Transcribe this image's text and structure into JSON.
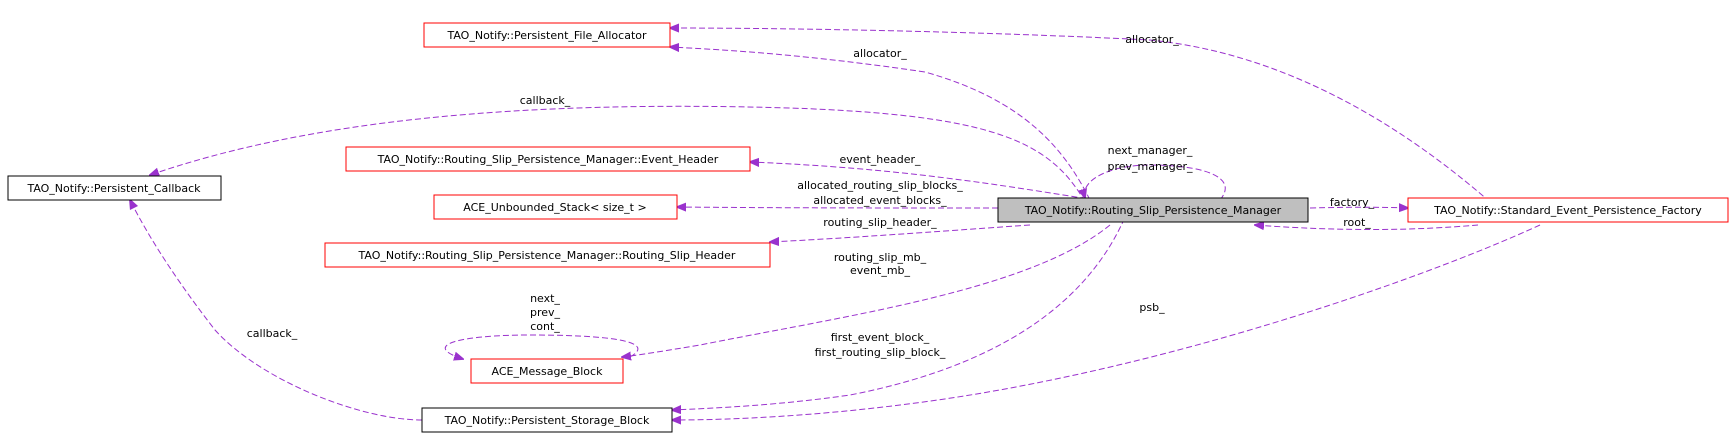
{
  "colors": {
    "edge": "#9a32cd",
    "node_border_red": "#ff0000",
    "node_border_black": "#000000",
    "focus_fill": "#bfbfbf"
  },
  "nodes": {
    "file_allocator": "TAO_Notify::Persistent_File_Allocator",
    "persistent_callback": "TAO_Notify::Persistent_Callback",
    "event_header": "TAO_Notify::Routing_Slip_Persistence_Manager::Event_Header",
    "unbounded_stack": "ACE_Unbounded_Stack< size_t >",
    "routing_slip_header": "TAO_Notify::Routing_Slip_Persistence_Manager::Routing_Slip_Header",
    "message_block": "ACE_Message_Block",
    "storage_block": "TAO_Notify::Persistent_Storage_Block",
    "persistence_manager": "TAO_Notify::Routing_Slip_Persistence_Manager",
    "factory": "TAO_Notify::Standard_Event_Persistence_Factory"
  },
  "edge_labels": {
    "allocator_top": "allocator_",
    "allocator_mid": "allocator_",
    "callback_top": "callback_",
    "next_manager": "next_manager_",
    "prev_manager": "prev_manager_",
    "event_header": "event_header_",
    "allocated_routing_slip_blocks": "allocated_routing_slip_blocks_",
    "allocated_event_blocks": "allocated_event_blocks_",
    "factory": "factory_",
    "root": "root_",
    "routing_slip_header": "routing_slip_header_",
    "routing_slip_mb": "routing_slip_mb_",
    "event_mb": "event_mb_",
    "psb": "psb_",
    "next": "next_",
    "prev": "prev_",
    "cont": "cont_",
    "callback_left": "callback_",
    "first_event_block": "first_event_block_",
    "first_routing_slip_block": "first_routing_slip_block_"
  }
}
